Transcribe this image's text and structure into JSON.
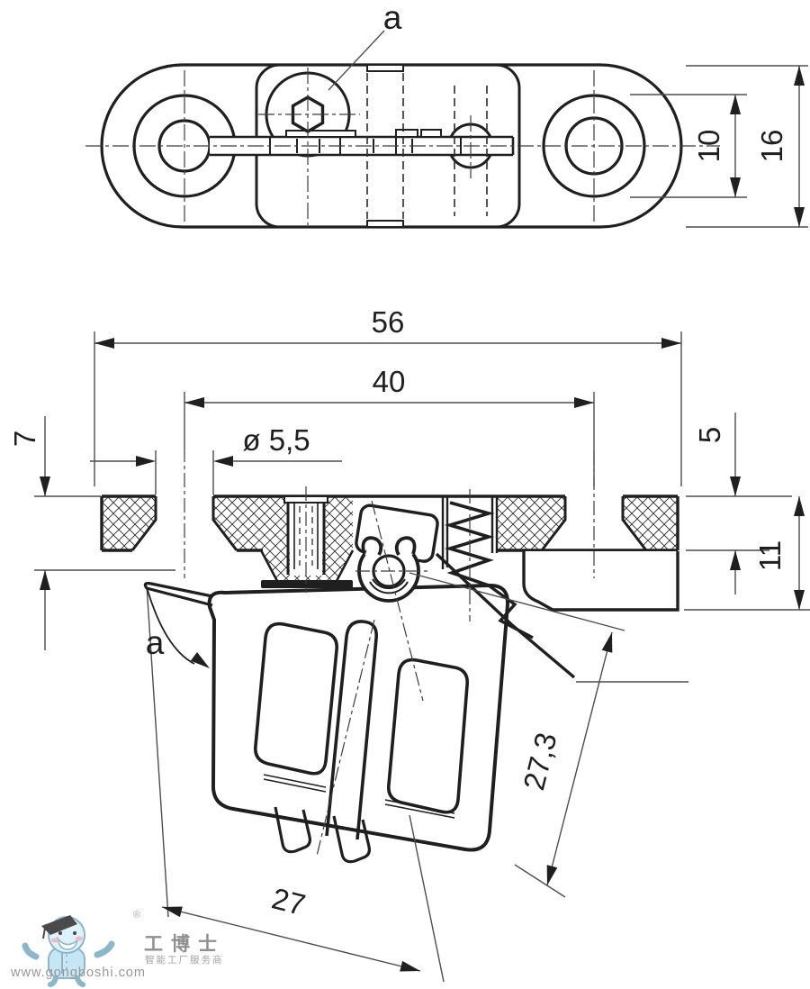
{
  "drawing": {
    "callouts": {
      "hole_label": "a",
      "angle_label": "a"
    },
    "dims": {
      "overall_length": "56",
      "hole_spacing": "40",
      "hole_diameter": "ø 5,5",
      "countersink_depth": "7",
      "plate_thickness": "5",
      "housing_height": "11",
      "boss_diameter": "10",
      "body_width": "16",
      "lever_length": "27,3",
      "flap_width": "27"
    },
    "colors": {
      "line": "#1f1f1f",
      "thin_line": "#4d4d4d",
      "background": "#ffffff"
    }
  },
  "watermark": {
    "brand": "工博士",
    "registered": "®",
    "slogan": "智能工厂服务商",
    "url": "www.gongboshi.com",
    "color": "#949494",
    "mascot_blue": "#c6e6f4"
  }
}
